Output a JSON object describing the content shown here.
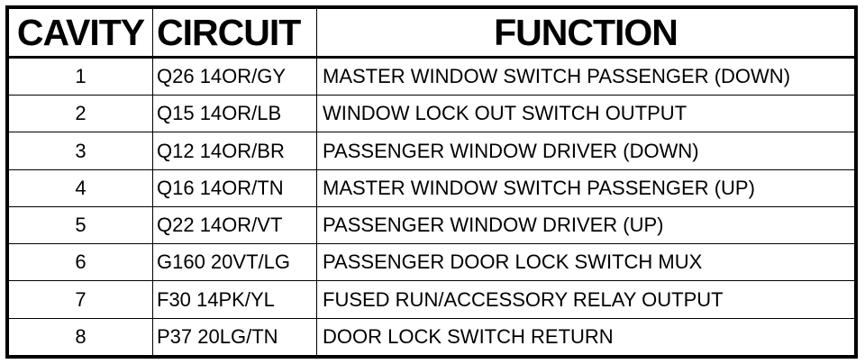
{
  "table": {
    "headers": {
      "cavity": "CAVITY",
      "circuit": "CIRCUIT",
      "function": "FUNCTION"
    },
    "rows": [
      {
        "cavity": "1",
        "circuit": "Q26 14OR/GY",
        "function": "MASTER WINDOW SWITCH PASSENGER (DOWN)"
      },
      {
        "cavity": "2",
        "circuit": "Q15 14OR/LB",
        "function": "WINDOW LOCK OUT SWITCH OUTPUT"
      },
      {
        "cavity": "3",
        "circuit": "Q12 14OR/BR",
        "function": "PASSENGER WINDOW DRIVER (DOWN)"
      },
      {
        "cavity": "4",
        "circuit": "Q16 14OR/TN",
        "function": "MASTER WINDOW SWITCH PASSENGER (UP)"
      },
      {
        "cavity": "5",
        "circuit": "Q22 14OR/VT",
        "function": "PASSENGER WINDOW DRIVER (UP)"
      },
      {
        "cavity": "6",
        "circuit": "G160 20VT/LG",
        "function": "PASSENGER DOOR LOCK SWITCH MUX"
      },
      {
        "cavity": "7",
        "circuit": "F30 14PK/YL",
        "function": "FUSED RUN/ACCESSORY RELAY OUTPUT"
      },
      {
        "cavity": "8",
        "circuit": "P37 20LG/TN",
        "function": "DOOR LOCK SWITCH RETURN"
      }
    ]
  }
}
